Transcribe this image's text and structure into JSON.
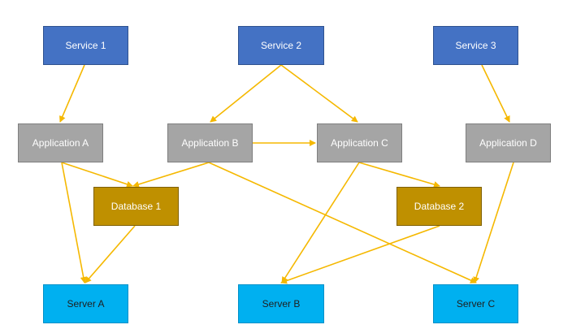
{
  "diagram": {
    "edge_color": "#f5b800",
    "nodes": [
      {
        "id": "service-1",
        "label": "Service 1",
        "kind": "service"
      },
      {
        "id": "service-2",
        "label": "Service 2",
        "kind": "service"
      },
      {
        "id": "service-3",
        "label": "Service 3",
        "kind": "service"
      },
      {
        "id": "application-a",
        "label": "Application A",
        "kind": "app"
      },
      {
        "id": "application-b",
        "label": "Application B",
        "kind": "app"
      },
      {
        "id": "application-c",
        "label": "Application C",
        "kind": "app"
      },
      {
        "id": "application-d",
        "label": "Application D",
        "kind": "app"
      },
      {
        "id": "database-1",
        "label": "Database 1",
        "kind": "db"
      },
      {
        "id": "database-2",
        "label": "Database 2",
        "kind": "db"
      },
      {
        "id": "server-a",
        "label": "Server A",
        "kind": "server"
      },
      {
        "id": "server-b",
        "label": "Server B",
        "kind": "server"
      },
      {
        "id": "server-c",
        "label": "Server C",
        "kind": "server"
      }
    ],
    "edges": [
      {
        "from": "service-1",
        "to": "application-a"
      },
      {
        "from": "service-2",
        "to": "application-b"
      },
      {
        "from": "service-2",
        "to": "application-c"
      },
      {
        "from": "service-3",
        "to": "application-d"
      },
      {
        "from": "application-b",
        "to": "application-c"
      },
      {
        "from": "application-a",
        "to": "database-1"
      },
      {
        "from": "application-b",
        "to": "database-1"
      },
      {
        "from": "application-a",
        "to": "server-a"
      },
      {
        "from": "database-1",
        "to": "server-a"
      },
      {
        "from": "application-b",
        "to": "server-c"
      },
      {
        "from": "application-c",
        "to": "database-2"
      },
      {
        "from": "application-c",
        "to": "server-b"
      },
      {
        "from": "database-2",
        "to": "server-b"
      },
      {
        "from": "application-d",
        "to": "server-c"
      }
    ]
  }
}
